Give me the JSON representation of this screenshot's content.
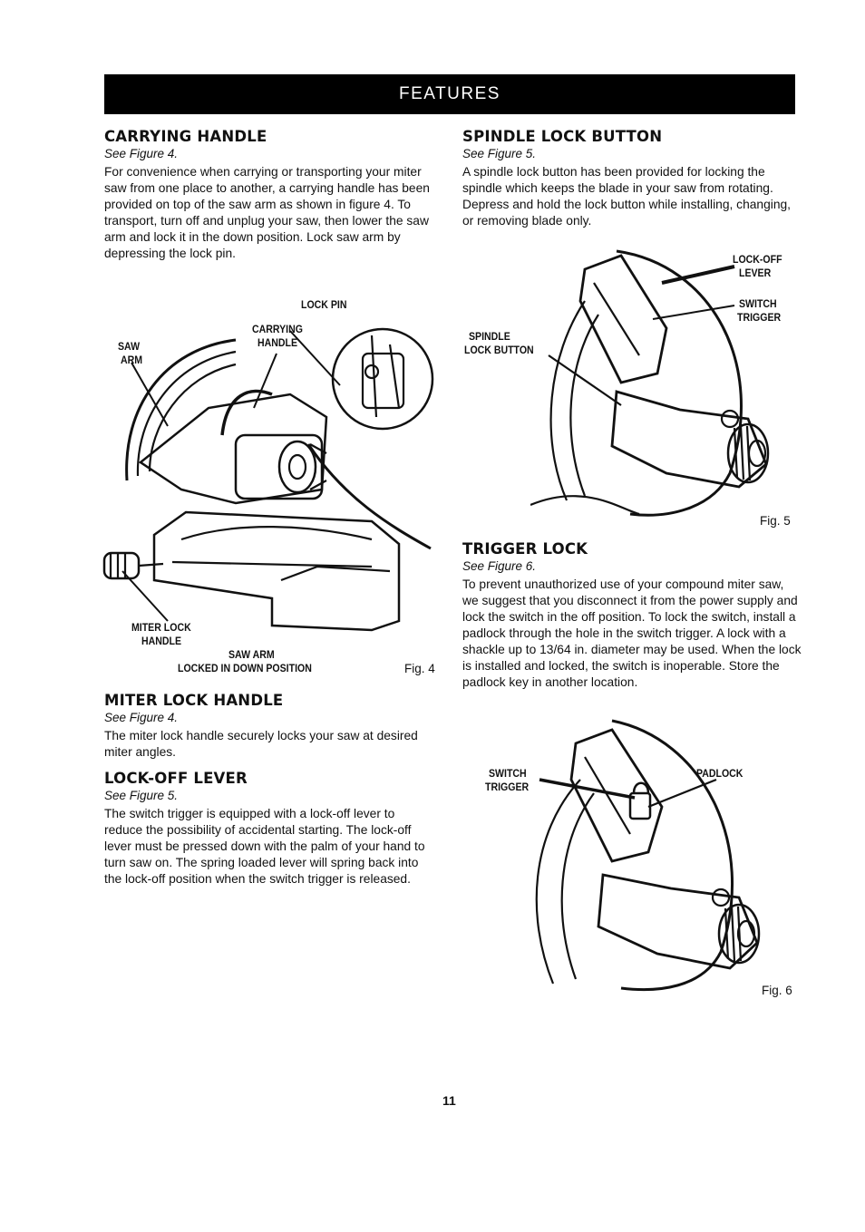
{
  "banner": "FEATURES",
  "carrying": {
    "title": "CARRYING HANDLE",
    "see": "See Figure 4.",
    "body": "For convenience when carrying or transporting your miter saw from one place to another, a carrying handle has been provided on top of the saw arm as shown in figure 4. To transport, turn off and unplug your saw, then lower the saw arm and lock it in the down position. Lock saw arm by depressing the lock pin."
  },
  "fig4": {
    "lock_pin": "LOCK PIN",
    "carrying_handle": [
      "CARRYING",
      "HANDLE"
    ],
    "saw_arm": [
      "SAW",
      "ARM"
    ],
    "miter_lock_handle": [
      "MITER LOCK",
      "HANDLE"
    ],
    "caption": [
      "SAW ARM",
      "LOCKED IN DOWN POSITION"
    ],
    "label": "Fig. 4"
  },
  "miter": {
    "title": "MITER LOCK HANDLE",
    "see": "See Figure 4.",
    "body": "The miter lock handle securely locks your saw at desired miter angles."
  },
  "lockoff": {
    "title": "LOCK-OFF LEVER",
    "see": "See Figure 5.",
    "body": "The switch trigger is equipped with a lock-off lever to reduce the possibility of accidental starting. The lock-off lever must be pressed down with the palm of your hand to turn saw on. The spring loaded lever will spring back into the lock-off position when the switch trigger is released."
  },
  "spindle": {
    "title": "SPINDLE LOCK BUTTON",
    "see": "See Figure 5.",
    "body": "A spindle lock button has been provided for locking the spindle which keeps the blade in your saw from rotating. Depress and hold the lock button while installing, changing, or removing blade only."
  },
  "fig5": {
    "lockoff_lever": [
      "LOCK-OFF",
      "LEVER"
    ],
    "switch_trigger": [
      "SWITCH",
      "TRIGGER"
    ],
    "spindle_lock_button": [
      "SPINDLE",
      "LOCK BUTTON"
    ],
    "label": "Fig. 5"
  },
  "trigger": {
    "title": "TRIGGER LOCK",
    "see": "See Figure 6.",
    "body": "To prevent unauthorized use of your compound miter saw, we suggest that you disconnect it from the power supply and lock the switch in the off position. To lock the switch, install a padlock through the hole in the switch trigger. A lock with a shackle up to 13/64 in. diameter may be used. When the lock is installed and locked, the switch is inoperable. Store the padlock key in another location."
  },
  "fig6": {
    "switch_trigger": [
      "SWITCH",
      "TRIGGER"
    ],
    "padlock": "PADLOCK",
    "label": "Fig. 6"
  },
  "page_number": "11"
}
